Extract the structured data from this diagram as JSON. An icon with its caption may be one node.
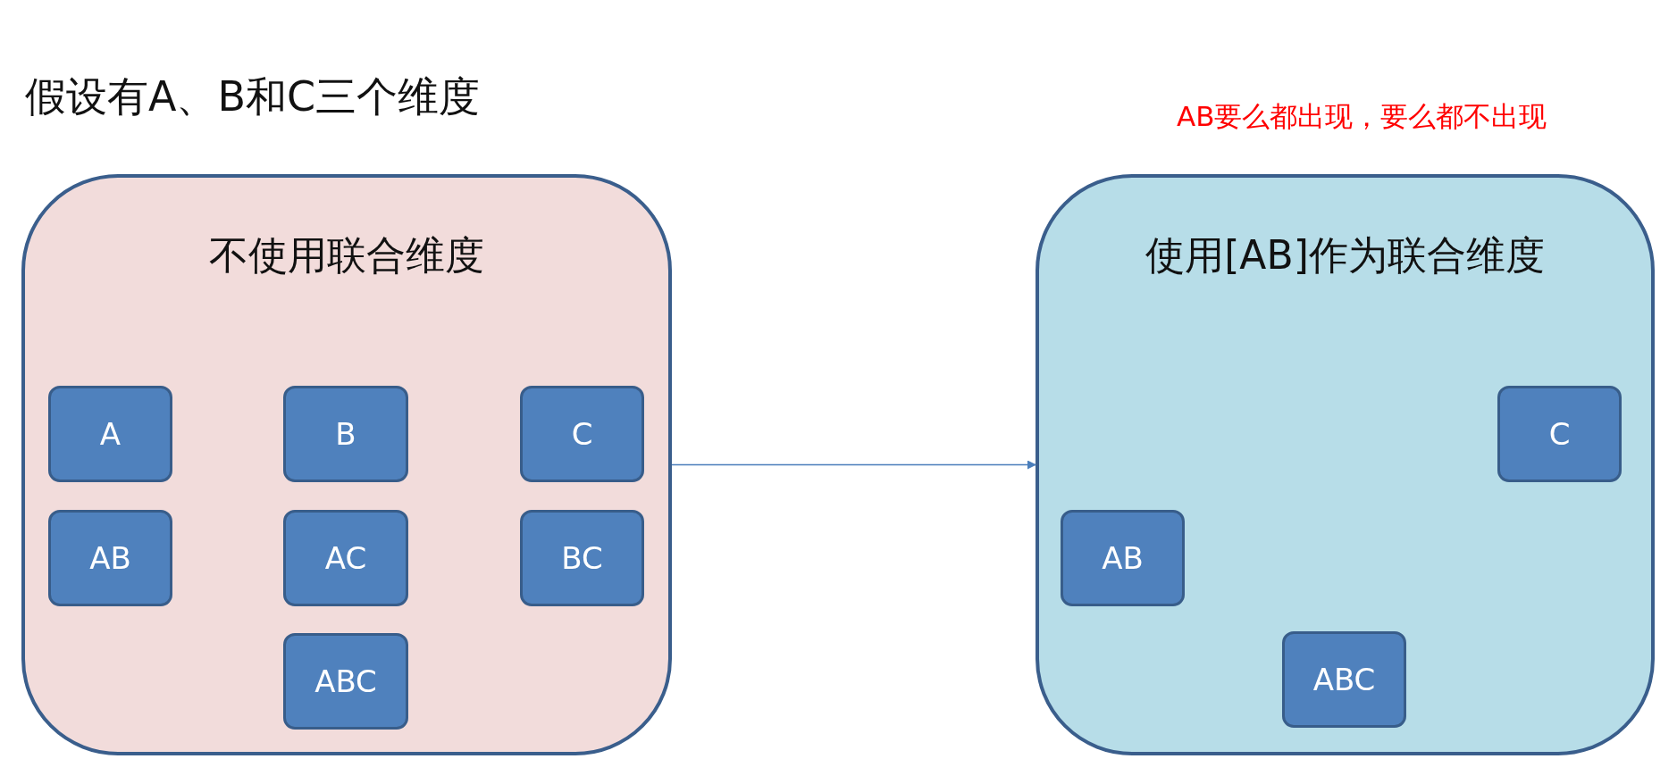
{
  "diagram": {
    "title": "假设有A、B和C三个维度",
    "nodes": [
      {
        "text": [
          "不使用联合维度"
        ]
      },
      {
        "text": [
          "A"
        ],
        "in": 0
      },
      {
        "text": [
          "B"
        ],
        "in": 0
      },
      {
        "text": [
          "C"
        ],
        "in": 0
      },
      {
        "text": [
          "AB"
        ],
        "in": 0
      },
      {
        "text": [
          "AC"
        ],
        "in": 0
      },
      {
        "text": [
          "BC"
        ],
        "in": 0
      },
      {
        "text": [
          "ABC"
        ],
        "in": 0
      },
      {
        "text": [
          "使用[AB]作为联合维度"
        ]
      },
      {
        "text": [
          "C"
        ],
        "in": 8
      },
      {
        "text": [
          "AB"
        ],
        "in": 8
      },
      {
        "text": [
          "ABC"
        ],
        "in": 8
      }
    ],
    "edges": [
      {
        "from": 0,
        "to": 8,
        "arrow": "to"
      }
    ],
    "labels": [
      "AB要么都出现，要么都不出现"
    ]
  }
}
